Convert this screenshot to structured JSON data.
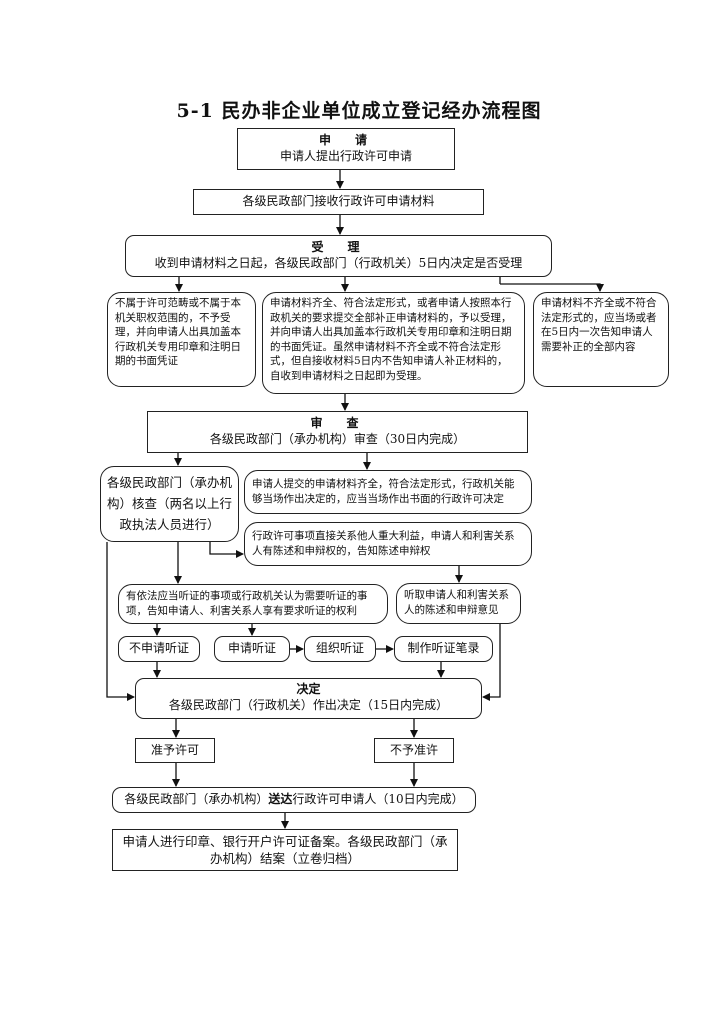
{
  "title": "5-1 民办非企业单位成立登记经办流程图",
  "nodes": {
    "apply_heading": "申　请",
    "apply_text": "申请人提出行政许可申请",
    "receive_text": "各级民政部门接收行政许可申请材料",
    "accept_heading": "受　理",
    "accept_text": "收到申请材料之日起，各级民政部门（行政机关）5日内决定是否受理",
    "reject_scope_text": "不属于许可范畴或不属于本机关职权范围的，不予受理，并向申请人出具加盖本行政机关专用印章和注明日期的书面凭证",
    "materials_ok_text": "申请材料齐全、符合法定形式，或者申请人按照本行政机关的要求提交全部补正申请材料的，予以受理，并向申请人出具加盖本行政机关专用印章和注明日期的书面凭证。虽然申请材料不齐全或不符合法定形式，但自接收材料5日内不告知申请人补正材料的，自收到申请材料之日起即为受理。",
    "materials_incomplete_text": "申请材料不齐全或不符合法定形式的，应当场或者在5日内一次告知申请人需要补正的全部内容",
    "review_heading": "审　查",
    "review_text": "各级民政部门（承办机构）审查（30日内完成）",
    "verify_text": "各级民政部门（承办机构）核查（两名以上行政执法人员进行）",
    "onsite_decision_text": "申请人提交的申请材料齐全，符合法定形式，行政机关能够当场作出决定的，应当当场作出书面的行政许可决定",
    "notify_defense_text": "行政许可事项直接关系他人重大利益，申请人和利害关系人有陈述和申辩权的，告知陈述申辩权",
    "hearing_notice_text": "有依法应当听证的事项或行政机关认为需要听证的事项，告知申请人、利害关系人享有要求听证的权利",
    "listen_defense_text": "听取申请人和利害关系人的陈述和申辩意见",
    "no_hearing_text": "不申请听证",
    "request_hearing_text": "申请听证",
    "organize_hearing_text": "组织听证",
    "hearing_record_text": "制作听证笔录",
    "decision_heading": "决定",
    "decision_text": "各级民政部门（行政机关）作出决定（15日内完成）",
    "approve_text": "准予许可",
    "deny_text": "不予准许",
    "deliver_prefix": "各级民政部门（承办机构）",
    "deliver_bold": "送达",
    "deliver_suffix": "行政许可申请人（10日内完成）",
    "archive_text": "申请人进行印章、银行开户许可证备案。各级民政部门（承办机构）结案（立卷归档）"
  }
}
